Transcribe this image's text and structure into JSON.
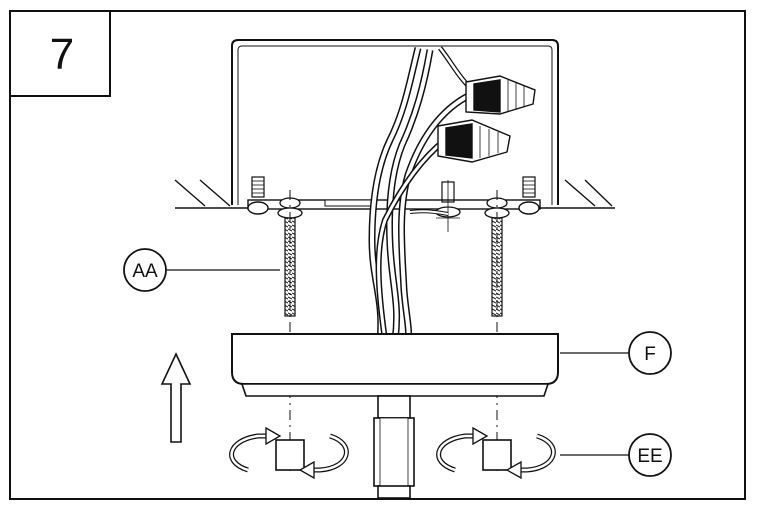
{
  "step": {
    "number": "7"
  },
  "callouts": {
    "mounting_screw": "AA",
    "canopy": "F",
    "nut": "EE"
  },
  "colors": {
    "ink": "#111111",
    "paper": "#ffffff"
  }
}
